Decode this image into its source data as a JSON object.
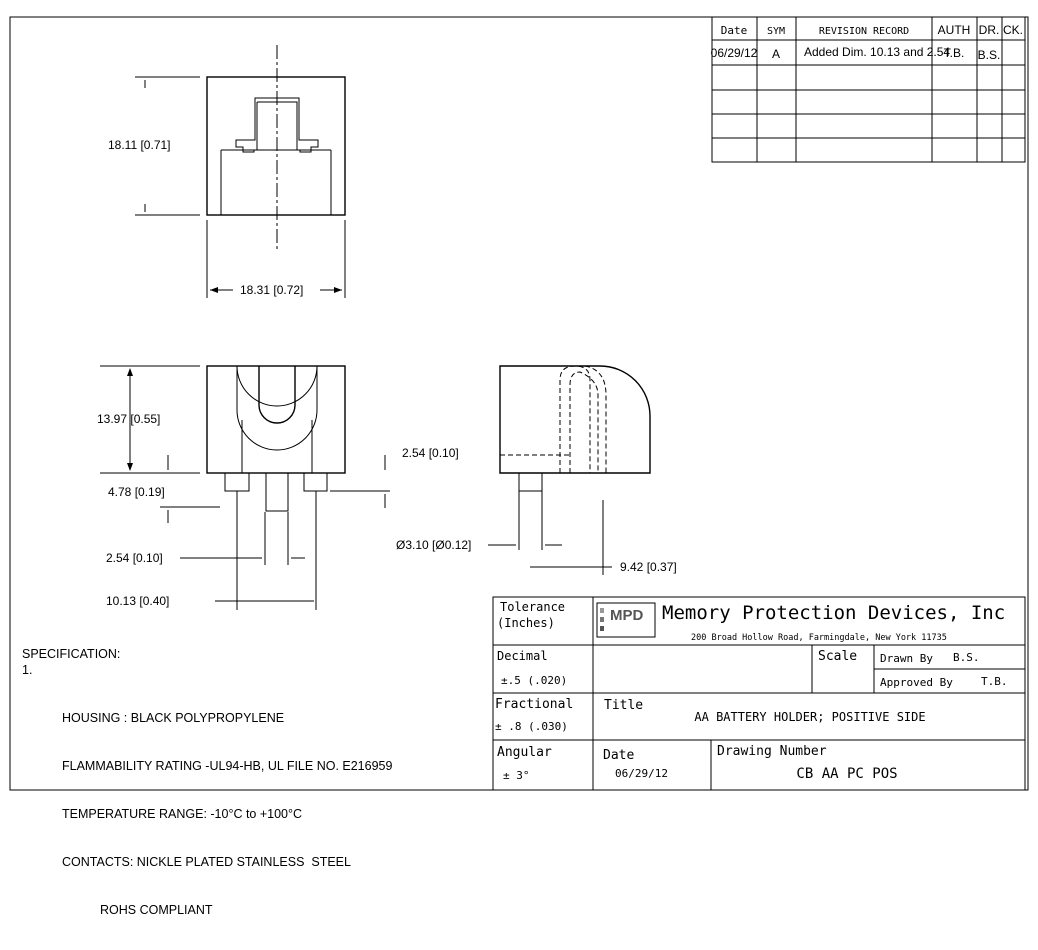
{
  "revision_table": {
    "headers": [
      "Date",
      "SYM",
      "REVISION RECORD",
      "AUTH",
      "DR.",
      "CK."
    ],
    "rows": [
      [
        "06/29/12",
        "A",
        "Added Dim. 10.13 and 2.54",
        "T.B.",
        "B.S.",
        ""
      ]
    ]
  },
  "dimensions": {
    "top_height": "18.11 [0.71]",
    "top_width": "18.31 [0.72]",
    "front_height": "13.97 [0.55]",
    "pin_length": "2.54 [0.10]",
    "standoff": "4.78 [0.19]",
    "pin_pitch": "2.54 [0.10]",
    "pin_span": "10.13 [0.40]",
    "pin_diameter": "Ø3.10 [Ø0.12]",
    "side_offset": "9.42 [0.37]"
  },
  "specification": {
    "heading": "SPECIFICATION:",
    "number": "1.",
    "lines": [
      "HOUSING : BLACK POLYPROPYLENE",
      "FLAMMABILITY RATING -UL94-HB, UL FILE NO. E216959",
      "TEMPERATURE RANGE: -10°C to +100°C",
      "CONTACTS: NICKLE PLATED STAINLESS  STEEL",
      "ROHS COMPLIANT"
    ]
  },
  "title_block": {
    "tolerance_label": "Tolerance",
    "tolerance_unit": "(Inches)",
    "logo_text": "MPD",
    "company": "Memory Protection Devices, Inc",
    "address": "200 Broad Hollow Road, Farmingdale, New York 11735",
    "decimal_label": "Decimal",
    "decimal_value": "±.5 (.020)",
    "scale_label": "Scale",
    "drawn_by_label": "Drawn By",
    "drawn_by": "B.S.",
    "approved_by_label": "Approved By",
    "approved_by": "T.B.",
    "fractional_label": "Fractional",
    "fractional_value": "± .8 (.030)",
    "title_label": "Title",
    "title": "AA BATTERY HOLDER; POSITIVE SIDE",
    "angular_label": "Angular",
    "angular_value": "± 3°",
    "date_label": "Date",
    "date": "06/29/12",
    "drawing_number_label": "Drawing Number",
    "drawing_number": "CB AA PC POS"
  }
}
